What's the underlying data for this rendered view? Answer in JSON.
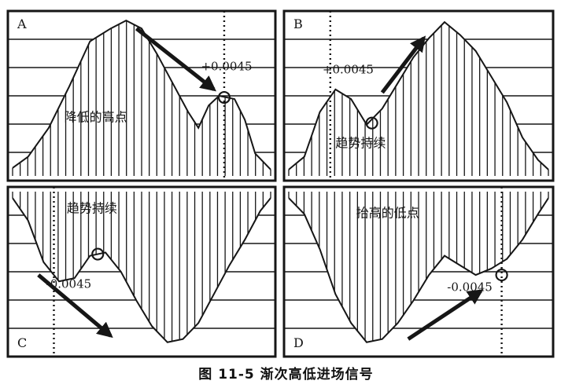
{
  "caption": "图 11-5   渐次高低进场信号",
  "colors": {
    "ink": "#161616",
    "paper": "#ffffff"
  },
  "chart_data": [
    {
      "type": "area",
      "panel": "A",
      "xlim": [
        0,
        100
      ],
      "ylim": [
        0,
        100
      ],
      "grid": true,
      "x": [
        0,
        6,
        14,
        22,
        30,
        38,
        44,
        50,
        56,
        62,
        68,
        72,
        76,
        80,
        86,
        90,
        94,
        100
      ],
      "values": [
        5,
        12,
        30,
        56,
        84,
        92,
        97,
        92,
        76,
        58,
        40,
        30,
        44,
        50,
        48,
        35,
        14,
        4
      ],
      "annotations": [
        {
          "text": "降低的高点",
          "x": 20,
          "y": 34
        },
        {
          "text": "+0.0045",
          "x": 73,
          "y": 66
        }
      ],
      "marker_line_x": 82,
      "circle_point": {
        "x": 82,
        "y": 49
      },
      "arrow": {
        "from": [
          48,
          92
        ],
        "to": [
          78,
          54
        ]
      }
    },
    {
      "type": "area",
      "panel": "B",
      "xlim": [
        0,
        100
      ],
      "ylim": [
        0,
        100
      ],
      "grid": true,
      "x": [
        0,
        6,
        12,
        18,
        24,
        30,
        36,
        42,
        48,
        54,
        60,
        66,
        72,
        78,
        84,
        90,
        96,
        100
      ],
      "values": [
        4,
        12,
        40,
        54,
        48,
        32,
        42,
        58,
        74,
        86,
        96,
        88,
        78,
        62,
        46,
        24,
        10,
        4
      ],
      "annotations": [
        {
          "text": "趋势持续",
          "x": 18,
          "y": 18
        },
        {
          "text": "+0.0045",
          "x": 13,
          "y": 64
        }
      ],
      "marker_line_x": 16,
      "circle_point": {
        "x": 32,
        "y": 33
      },
      "arrow": {
        "from": [
          36,
          52
        ],
        "to": [
          52,
          86
        ]
      }
    },
    {
      "type": "area",
      "panel": "C",
      "baseline": "top",
      "xlim": [
        0,
        100
      ],
      "ylim": [
        0,
        100
      ],
      "grid": true,
      "x": [
        0,
        6,
        12,
        18,
        24,
        30,
        36,
        42,
        48,
        54,
        60,
        66,
        72,
        78,
        84,
        90,
        96,
        100
      ],
      "values": [
        4,
        18,
        44,
        56,
        54,
        40,
        38,
        50,
        68,
        84,
        94,
        92,
        82,
        64,
        46,
        30,
        12,
        4
      ],
      "annotations": [
        {
          "text": "趋势持续",
          "x": 21,
          "y": 13
        },
        {
          "text": "-0.0045",
          "x": 13,
          "y": 60
        }
      ],
      "marker_line_x": 16,
      "circle_point": {
        "x": 33,
        "y": 39
      },
      "arrow": {
        "from": [
          10,
          52
        ],
        "to": [
          38,
          90
        ]
      }
    },
    {
      "type": "area",
      "panel": "D",
      "baseline": "top",
      "xlim": [
        0,
        100
      ],
      "ylim": [
        0,
        100
      ],
      "grid": true,
      "x": [
        0,
        6,
        12,
        18,
        24,
        30,
        36,
        42,
        48,
        54,
        60,
        66,
        72,
        78,
        84,
        90,
        96,
        100
      ],
      "values": [
        4,
        14,
        36,
        64,
        82,
        94,
        92,
        82,
        68,
        52,
        40,
        46,
        52,
        48,
        42,
        30,
        14,
        4
      ],
      "annotations": [
        {
          "text": "抬高的低点",
          "x": 26,
          "y": 16
        },
        {
          "text": "-0.0045",
          "x": 61,
          "y": 62
        }
      ],
      "marker_line_x": 82,
      "circle_point": {
        "x": 82,
        "y": 52
      },
      "arrow": {
        "from": [
          46,
          92
        ],
        "to": [
          74,
          62
        ]
      }
    }
  ]
}
